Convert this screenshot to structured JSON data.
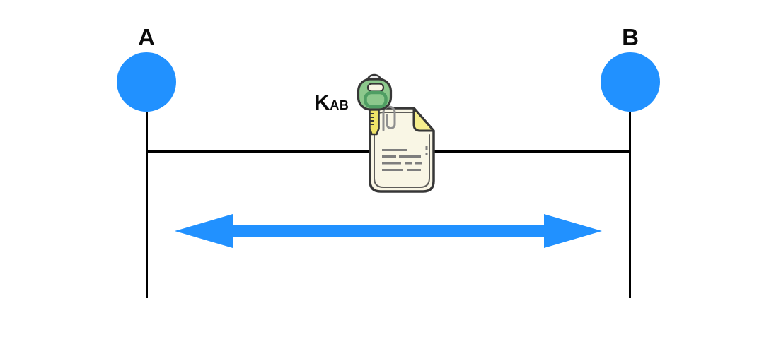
{
  "diagram": {
    "entities": [
      {
        "label": "A"
      },
      {
        "label": "B"
      }
    ],
    "shared_key": {
      "base": "K",
      "subscript": "AB"
    },
    "icons": {
      "key": "key-icon",
      "document": "document-icon",
      "paperclip": "paperclip-icon",
      "arrow": "double-arrow-icon"
    },
    "colors": {
      "entity": "#2191FF",
      "arrow": "#2191FF",
      "line": "#000000",
      "outline": "#373737",
      "document_fill": "#F9F6E5",
      "document_fold": "#F6EE8D",
      "document_lines": "#7E7E7E",
      "paperclip": "#8F8F8F",
      "key_head": "#8CC88C",
      "key_hole": "#4F9E63",
      "key_highlight": "#F7F4E3",
      "key_shaft": "#F0E468",
      "key_ring": "#ECECEC"
    }
  }
}
